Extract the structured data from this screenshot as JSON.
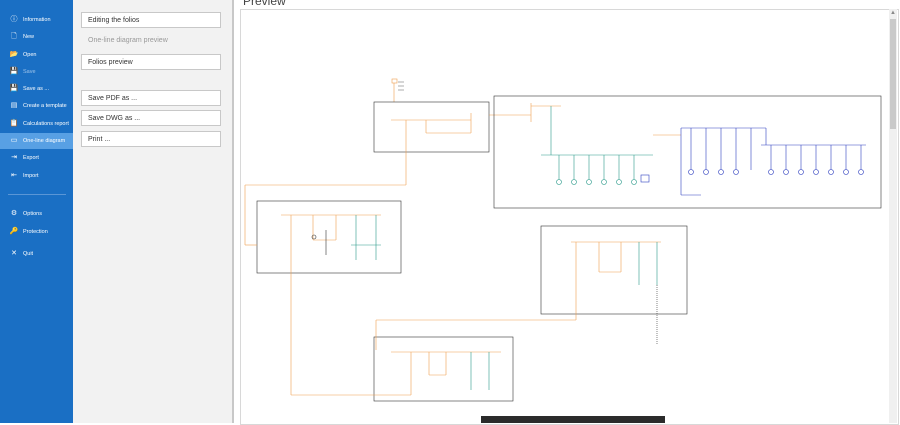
{
  "sidebar": {
    "items": [
      {
        "label": "Information",
        "icon": "info-icon",
        "glyph": "ⓘ"
      },
      {
        "label": "New",
        "icon": "new-file-icon",
        "glyph": "🗋"
      },
      {
        "label": "Open",
        "icon": "folder-open-icon",
        "glyph": "📂"
      },
      {
        "label": "Save",
        "icon": "save-icon",
        "glyph": "💾"
      },
      {
        "label": "Save as ...",
        "icon": "save-as-icon",
        "glyph": "💾"
      },
      {
        "label": "Create a template",
        "icon": "template-icon",
        "glyph": "▤"
      },
      {
        "label": "Calculations report",
        "icon": "report-icon",
        "glyph": "📋"
      },
      {
        "label": "One-line diagram",
        "icon": "diagram-icon",
        "glyph": "▭"
      },
      {
        "label": "Export",
        "icon": "export-icon",
        "glyph": "⇥"
      },
      {
        "label": "Import",
        "icon": "import-icon",
        "glyph": "⇤"
      },
      {
        "label": "Options",
        "icon": "gear-icon",
        "glyph": "⚙"
      },
      {
        "label": "Protection",
        "icon": "key-icon",
        "glyph": "🔑"
      },
      {
        "label": "Quit",
        "icon": "close-icon",
        "glyph": "✕"
      }
    ]
  },
  "middle": {
    "editing_folios": "Editing the folios",
    "one_line_preview": "One-line diagram preview",
    "folios_preview": "Folios preview",
    "save_pdf": "Save PDF as ...",
    "save_dwg": "Save DWG as ...",
    "print": "Print ..."
  },
  "preview": {
    "title": "Preview"
  },
  "colors": {
    "sidebar": "#1a6fc4",
    "active": "#58a0e4",
    "orange": "#f0a050",
    "blue": "#3040c0",
    "teal": "#2a9a8a"
  }
}
